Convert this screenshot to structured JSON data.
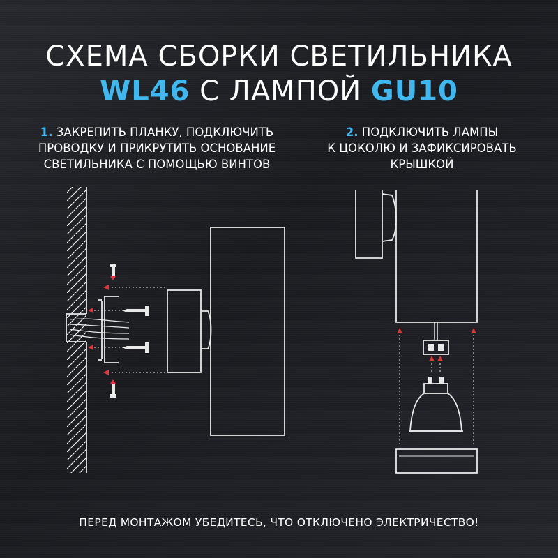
{
  "title": {
    "line1": "СХЕМА СБОРКИ СВЕТИЛЬНИКА",
    "model": "WL46",
    "connector": "С ЛАМПОЙ",
    "lamp": "GU10"
  },
  "steps": [
    {
      "number": "1.",
      "lines": [
        "ЗАКРЕПИТЬ ПЛАНКУ, ПОДКЛЮЧИТЬ",
        "ПРОВОДКУ И ПРИКРУТИТЬ ОСНОВАНИЕ",
        "СВЕТИЛЬНИКА С ПОМОЩЬЮ ВИНТОВ"
      ]
    },
    {
      "number": "2.",
      "lines": [
        "ПОДКЛЮЧИТЬ ЛАМПЫ",
        "К ЦОКОЛЮ И ЗАФИКСИРОВАТЬ",
        "КРЫШКОЙ"
      ]
    }
  ],
  "warning": "ПЕРЕД МОНТАЖОМ УБЕДИТЕСЬ, ЧТО ОТКЛЮЧЕНО ЭЛЕКТРИЧЕСТВО!",
  "colors": {
    "accent": "#3db8f0",
    "arrow": "#e0353b",
    "line": "#e8e8e8"
  }
}
